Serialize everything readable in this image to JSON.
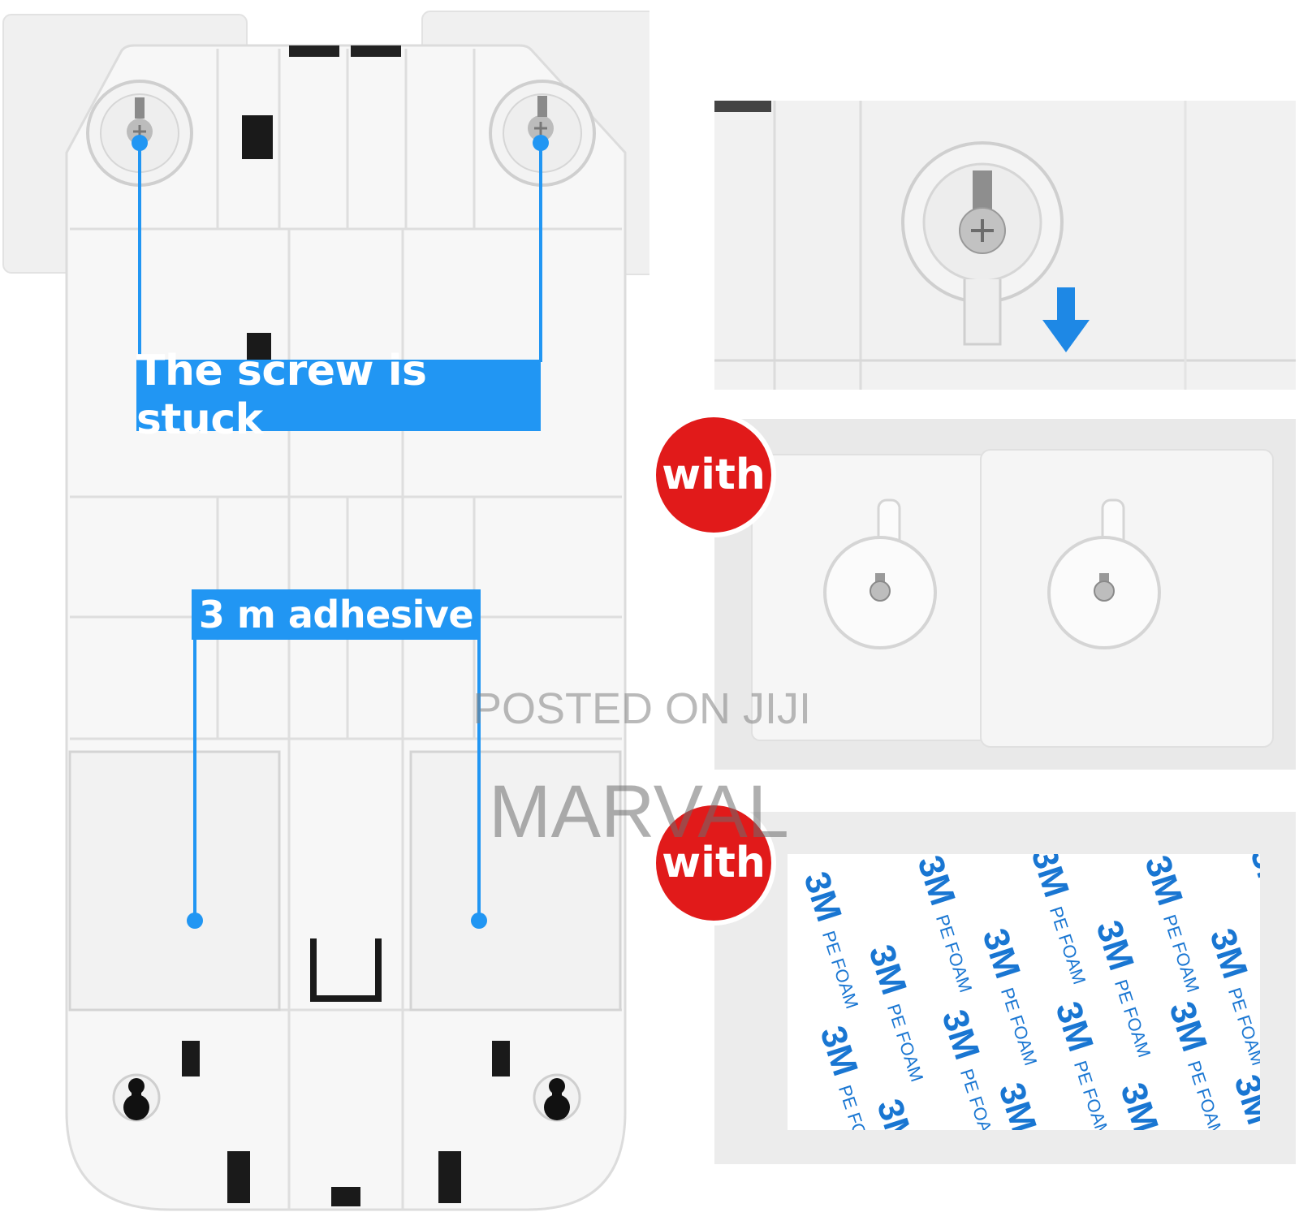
{
  "callouts": {
    "screw": "The screw is stuck",
    "adhesive": "3 m adhesive"
  },
  "badges": [
    "with",
    "with"
  ],
  "tape": {
    "brand": "3M",
    "product": "PE FOAM"
  },
  "watermark": {
    "line1": "POSTED ON JIJI",
    "line2": "MARVAL"
  },
  "colors": {
    "accent_blue": "#2196f3",
    "badge_red": "#e11a1a",
    "plate_white": "#f7f7f7"
  },
  "icons": [
    "screw-icon",
    "arrow-down-icon",
    "keyhole-icon"
  ]
}
